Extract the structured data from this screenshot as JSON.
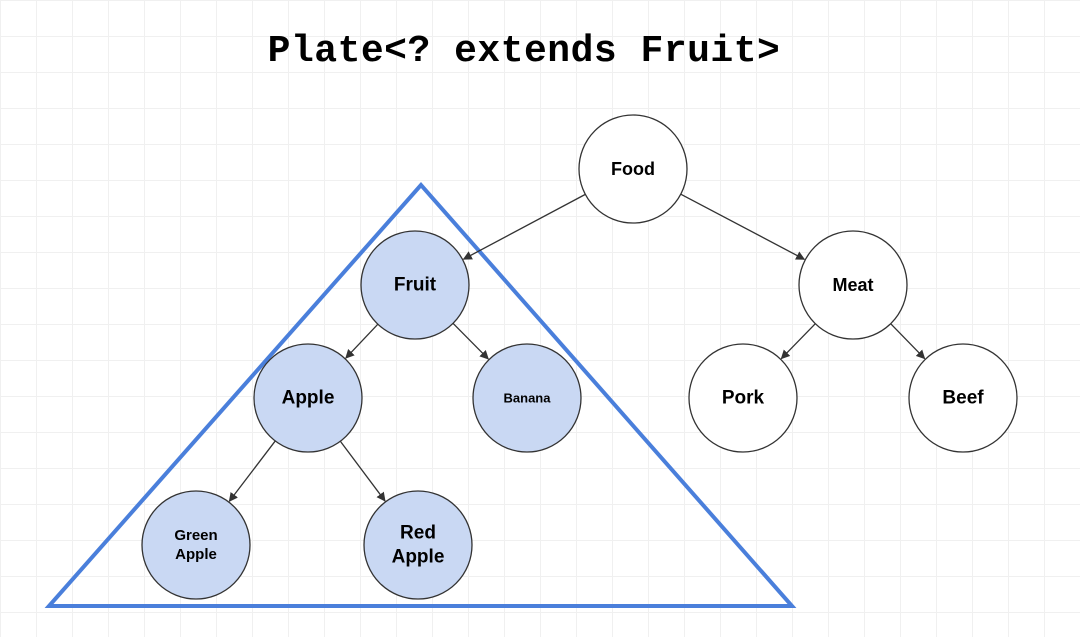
{
  "title": "Plate<? extends Fruit>",
  "colors": {
    "highlight_fill": "#c9d8f3",
    "plain_fill": "#ffffff",
    "node_stroke": "#333333",
    "edge_stroke": "#333333",
    "region_stroke": "#4a7fdb"
  },
  "nodes": [
    {
      "id": "food",
      "lines": [
        "Food"
      ],
      "highlight": false
    },
    {
      "id": "fruit",
      "lines": [
        "Fruit"
      ],
      "highlight": true
    },
    {
      "id": "meat",
      "lines": [
        "Meat"
      ],
      "highlight": false
    },
    {
      "id": "apple",
      "lines": [
        "Apple"
      ],
      "highlight": true
    },
    {
      "id": "banana",
      "lines": [
        "Banana"
      ],
      "highlight": true
    },
    {
      "id": "pork",
      "lines": [
        "Pork"
      ],
      "highlight": false
    },
    {
      "id": "beef",
      "lines": [
        "Beef"
      ],
      "highlight": false
    },
    {
      "id": "green-apple",
      "lines": [
        "Green",
        "Apple"
      ],
      "highlight": true
    },
    {
      "id": "red-apple",
      "lines": [
        "Red",
        "Apple"
      ],
      "highlight": true
    }
  ],
  "edges": [
    {
      "from": "food",
      "to": "fruit"
    },
    {
      "from": "food",
      "to": "meat"
    },
    {
      "from": "fruit",
      "to": "apple"
    },
    {
      "from": "fruit",
      "to": "banana"
    },
    {
      "from": "meat",
      "to": "pork"
    },
    {
      "from": "meat",
      "to": "beef"
    },
    {
      "from": "apple",
      "to": "green-apple"
    },
    {
      "from": "apple",
      "to": "red-apple"
    }
  ]
}
